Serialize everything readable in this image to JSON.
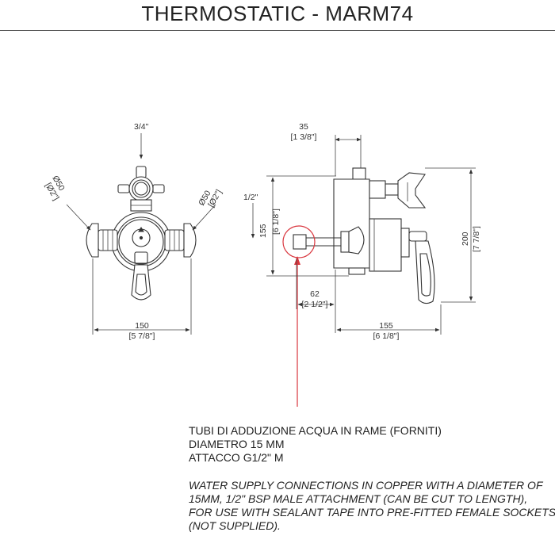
{
  "title": "THERMOSTATIC - MARM74",
  "front_view": {
    "top_label": "3/4\"",
    "left_diameter_mm": "Ø50",
    "left_diameter_in": "[Ø2\"]",
    "right_diameter_mm": "Ø50",
    "right_diameter_in": "[Ø2\"]",
    "width_mm": "150",
    "width_in": "[5 7/8\"]"
  },
  "side_view": {
    "top_mm": "35",
    "top_in": "[1 3/8\"]",
    "pipe_label": "1/2\"",
    "left_height_mm": "155",
    "left_height_in": "[6 1/8\"]",
    "right_height_mm": "200",
    "right_height_in": "[7 7/8\"]",
    "pipe_length_mm": "62",
    "pipe_length_in": "[2 1/2\"]",
    "depth_mm": "155",
    "depth_in": "[6 1/8\"]"
  },
  "notes_it": [
    "TUBI DI ADDUZIONE ACQUA IN RAME (FORNITI)",
    "DIAMETRO 15 MM",
    "ATTACCO G1/2\" M"
  ],
  "notes_en": [
    "WATER SUPPLY CONNECTIONS IN COPPER WITH A DIAMETER OF",
    "15MM, 1/2\" BSP MALE ATTACHMENT (CAN BE CUT TO LENGTH),",
    "FOR USE WITH SEALANT TAPE INTO PRE-FITTED FEMALE SOCKETS",
    "(NOT SUPPLIED)."
  ],
  "colors": {
    "callout": "#d9363e",
    "line": "#333333"
  }
}
